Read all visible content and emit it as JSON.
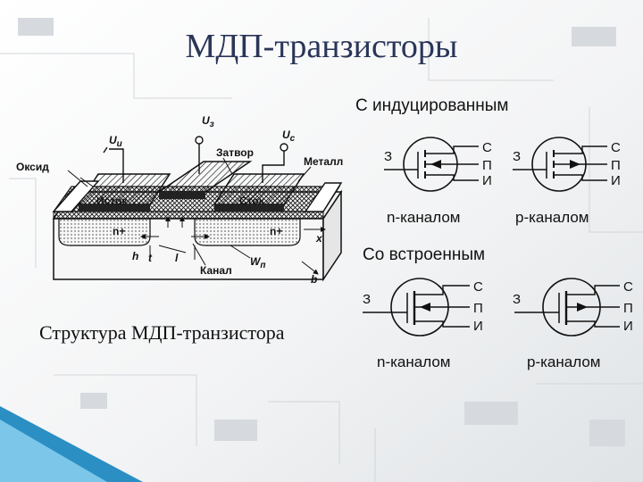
{
  "slide": {
    "title": "МДП-транзисторы",
    "caption": "Структура МДП-транзистора"
  },
  "symbols": {
    "induced_heading": "С индуцированным",
    "builtin_heading": "Со встроенным",
    "n_channel": "n-каналом",
    "p_channel": "p-каналом",
    "gate_letter": "З",
    "source_letter": "С",
    "drain_letter": "П",
    "substrate_letter": "И"
  },
  "structure": {
    "oxide": "Оксид",
    "ui": "U",
    "ui_sub": "и",
    "uz": "U",
    "uz_sub": "з",
    "uc": "U",
    "uc_sub": "c",
    "gate": "Затвор",
    "metal": "Металл",
    "source": "Исток",
    "drain": "Сток",
    "n_plus_left": "n+",
    "n_plus_right": "n+",
    "h": "h",
    "t": "t",
    "l": "l",
    "channel": "Канал",
    "wn": "W",
    "wn_sub": "п",
    "x_axis": "x",
    "b_axis": "b"
  },
  "colors": {
    "title": "#2a3558",
    "accent_stripe": "#3aa6d8",
    "background_board": "#d9dde0"
  }
}
